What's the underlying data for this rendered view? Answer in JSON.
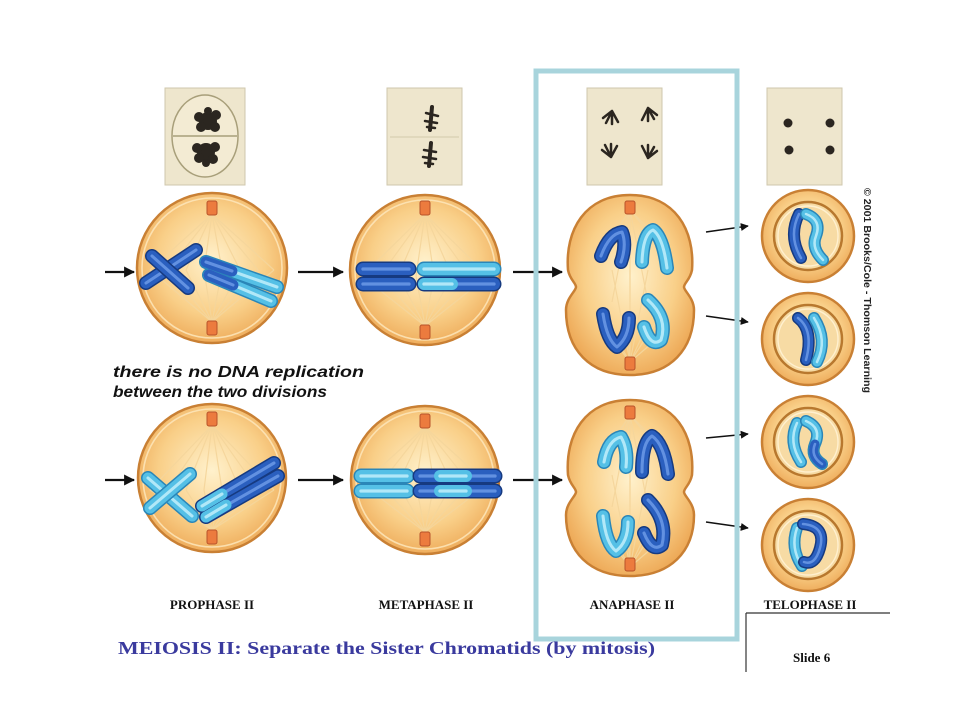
{
  "note": {
    "line1": "there is no DNA replication",
    "line2": "between the two divisions"
  },
  "phases": {
    "prophase": "PROPHASE II",
    "metaphase": "METAPHASE II",
    "anaphase": "ANAPHASE II",
    "telophase": "TELOPHASE II"
  },
  "title": "MEIOSIS II: Separate the Sister Chromatids (by mitosis)",
  "copyright": "© 2001 Brooks/Cole - Thomson Learning",
  "slide_number": "Slide 6",
  "colors": {
    "title_text": "#3a3a9e",
    "highlight_box": "#a8d4dc",
    "cell_center": "#fff1cc",
    "cell_mid": "#f9cf88",
    "cell_edge": "#eca552",
    "cell_outline": "#c98034",
    "nucleus": "#f7dba4",
    "centriole": "#ec7b3e",
    "chromatid_dark": "#2a5fbf",
    "chromatid_light": "#55c0e6"
  }
}
